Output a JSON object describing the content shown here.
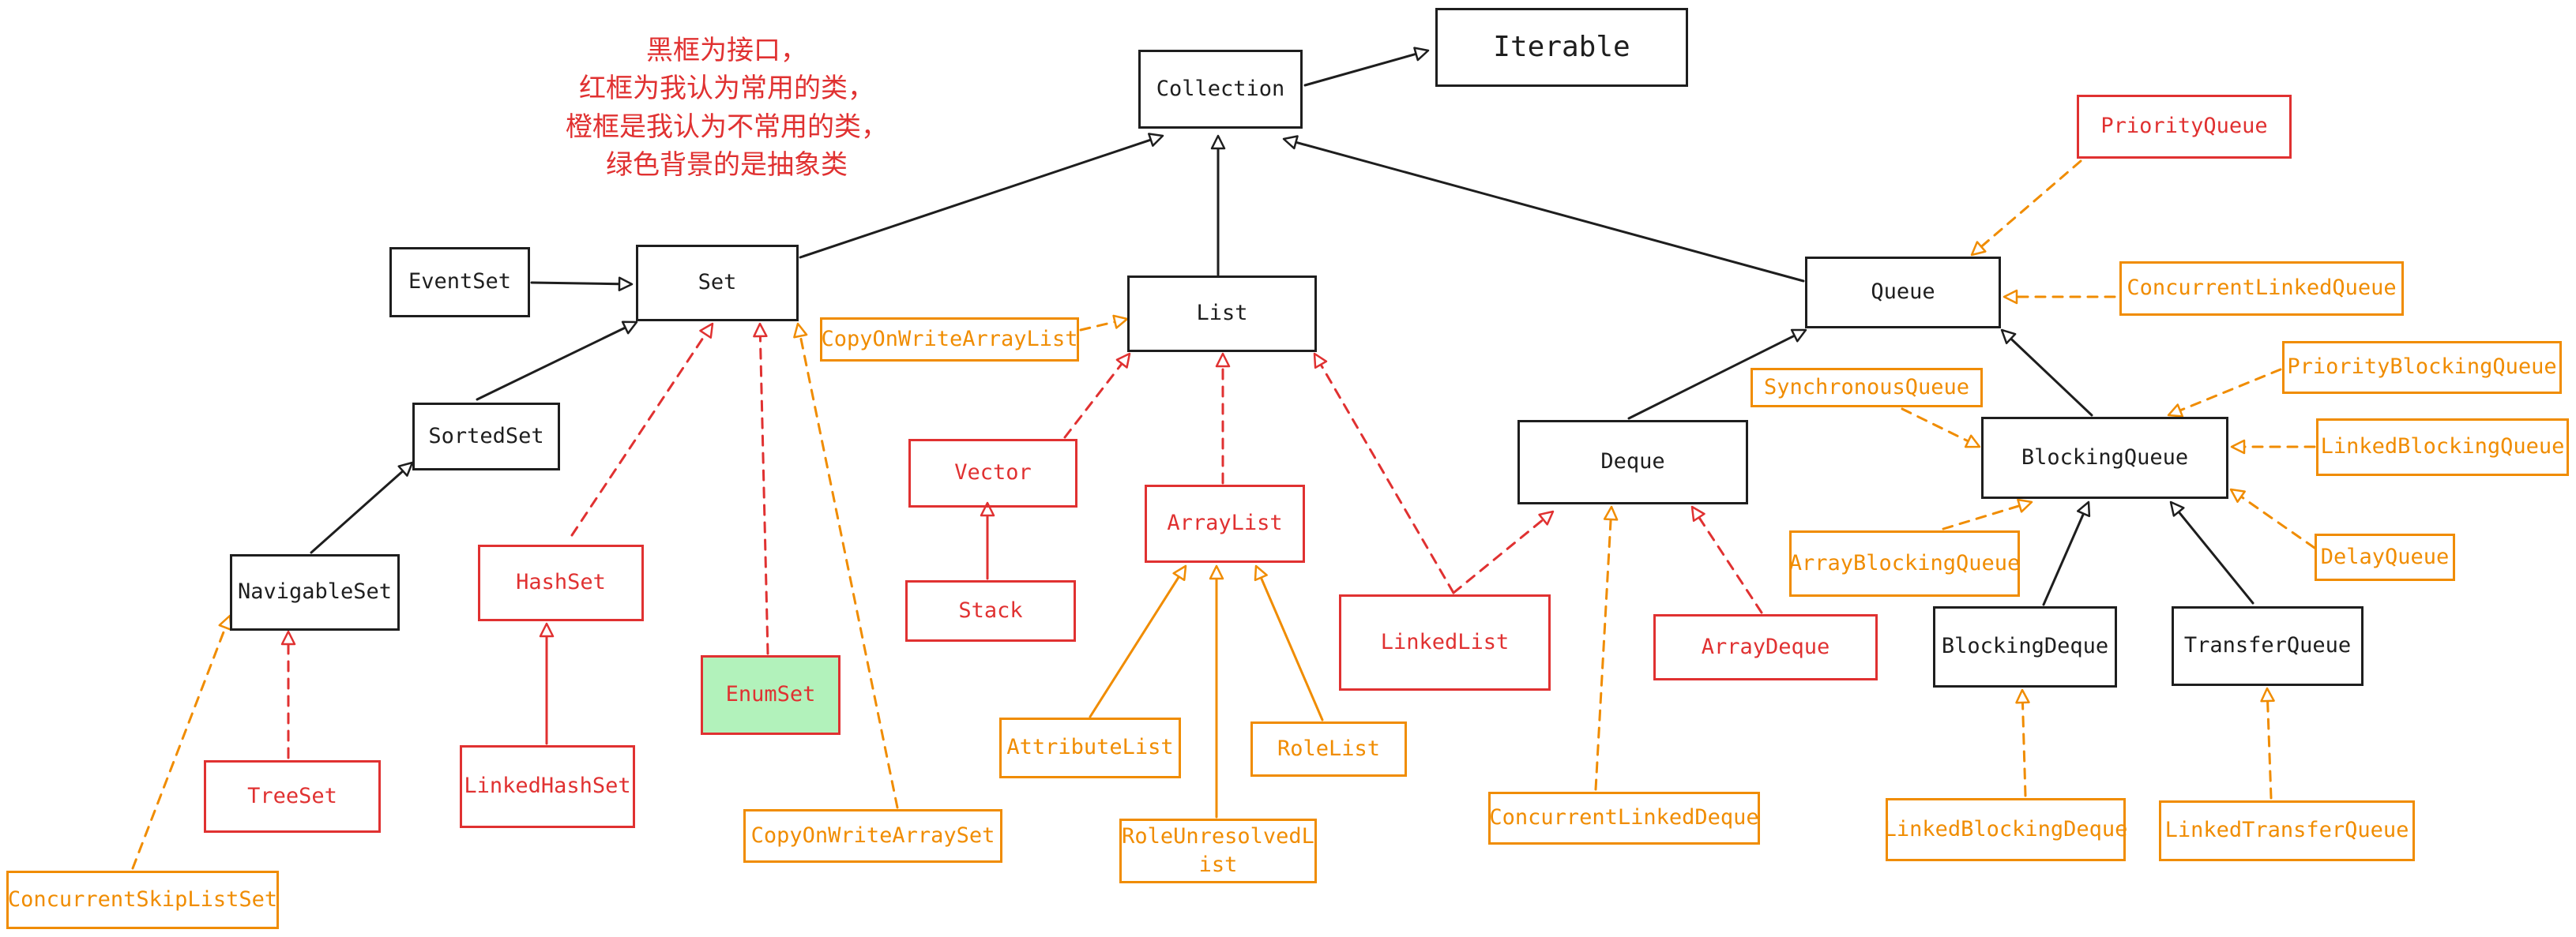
{
  "legend": [
    "黑框为接口，",
    "红框为我认为常用的类，",
    "橙框是我认为不常用的类，",
    "绿色背景的是抽象类"
  ],
  "colors": {
    "interface": "#1e1e1e",
    "common": "#e03131",
    "rare": "#f08c00",
    "abstract_fill": "#b2f2bb"
  },
  "nodes": {
    "iterable": "Iterable",
    "collection": "Collection",
    "set": "Set",
    "eventset": "EventSet",
    "sortedset": "SortedSet",
    "navigableset": "NavigableSet",
    "treeset": "TreeSet",
    "concurrentskiplistset": "ConcurrentSkipListSet",
    "hashset": "HashSet",
    "linkedhashset": "LinkedHashSet",
    "enumset": "EnumSet",
    "copyonwritearrayset": "CopyOnWriteArraySet",
    "list": "List",
    "copyonwritearraylist": "CopyOnWriteArrayList",
    "vector": "Vector",
    "stack": "Stack",
    "arraylist": "ArrayList",
    "attributelist": "AttributeList",
    "roleunresolvedlist": "RoleUnresolvedL\nist",
    "rolelist": "RoleList",
    "linkedlist": "LinkedList",
    "queue": "Queue",
    "priorityqueue": "PriorityQueue",
    "concurrentlinkedqueue": "ConcurrentLinkedQueue",
    "deque": "Deque",
    "arraydeque": "ArrayDeque",
    "concurrentlinkeddeque": "ConcurrentLinkedDeque",
    "synchronousqueue": "SynchronousQueue",
    "blockingqueue": "BlockingQueue",
    "priorityblockingqueue": "PriorityBlockingQueue",
    "linkedblockingqueue": "LinkedBlockingQueue",
    "arrayblockingqueue": "ArrayBlockingQueue",
    "delayqueue": "DelayQueue",
    "blockingdeque": "BlockingDeque",
    "transferqueue": "TransferQueue",
    "linkedblockingdeque": "LinkedBlockingDeque",
    "linkedtransferqueue": "LinkedTransferQueue"
  }
}
